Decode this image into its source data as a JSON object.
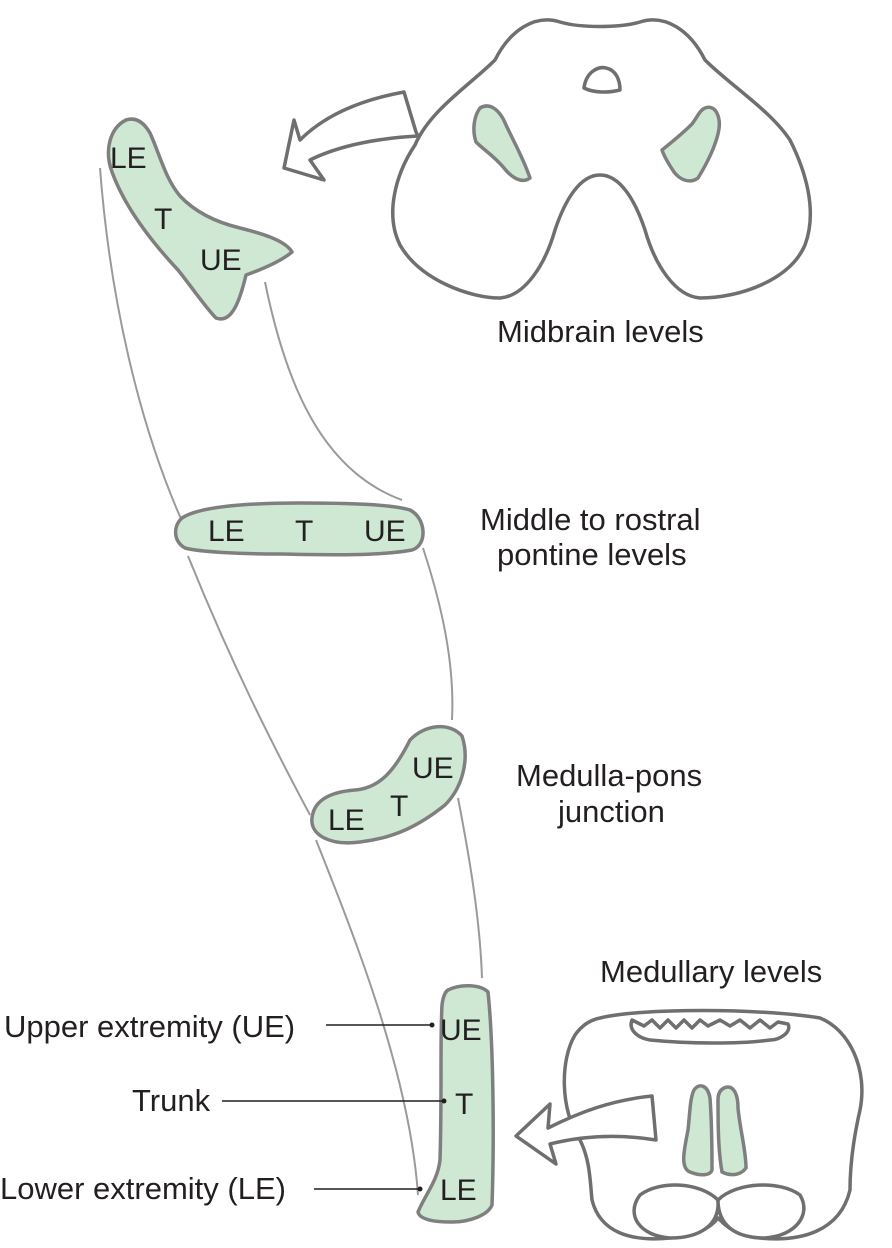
{
  "labels": {
    "midbrain": "Midbrain levels",
    "pontine_line1": "Middle to rostral",
    "pontine_line2": "pontine levels",
    "junction_line1": "Medulla-pons",
    "junction_line2": "junction",
    "medullary": "Medullary levels",
    "upper_extremity": "Upper extremity (UE)",
    "trunk": "Trunk",
    "lower_extremity": "Lower extremity (LE)"
  },
  "regions": {
    "le": "LE",
    "t": "T",
    "ue": "UE"
  },
  "colors": {
    "tract_fill": "#cfe8d4",
    "outline": "#6f6f6f",
    "connector": "#9a9a9a",
    "text": "#231f20"
  }
}
